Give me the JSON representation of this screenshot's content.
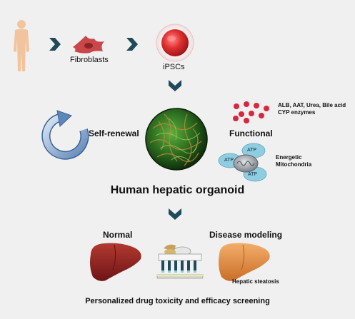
{
  "labels": {
    "fibroblasts": "Fibroblasts",
    "ipscs": "iPSCs",
    "self_renewal": "Self-renewal",
    "functional": "Functional",
    "markers_line1": "ALB, AAT, Urea, Bile acid",
    "markers_line2": "CYP enzymes",
    "energetic_line1": "Energetic",
    "energetic_line2": "Mitochondria",
    "atp": "ATP",
    "organoid_title": "Human hepatic organoid",
    "normal": "Normal",
    "disease_modeling": "Disease modeling",
    "hepatic_steatosis": "Hepatic steatosis",
    "screening": "Personalized drug toxicity and efficacy screening"
  },
  "colors": {
    "background": "#f0f0f0",
    "chevron": "#1f4a5c",
    "person": "#f2c49e",
    "fibroblast": "#c9464a",
    "ipsc": "#d62c2c",
    "organoid": "#2e7a26",
    "mitochondria": "#8fcde0",
    "normal_liver": "#8a1f22",
    "fatty_liver": "#e08a3c",
    "red_dots": "#d7263d"
  }
}
